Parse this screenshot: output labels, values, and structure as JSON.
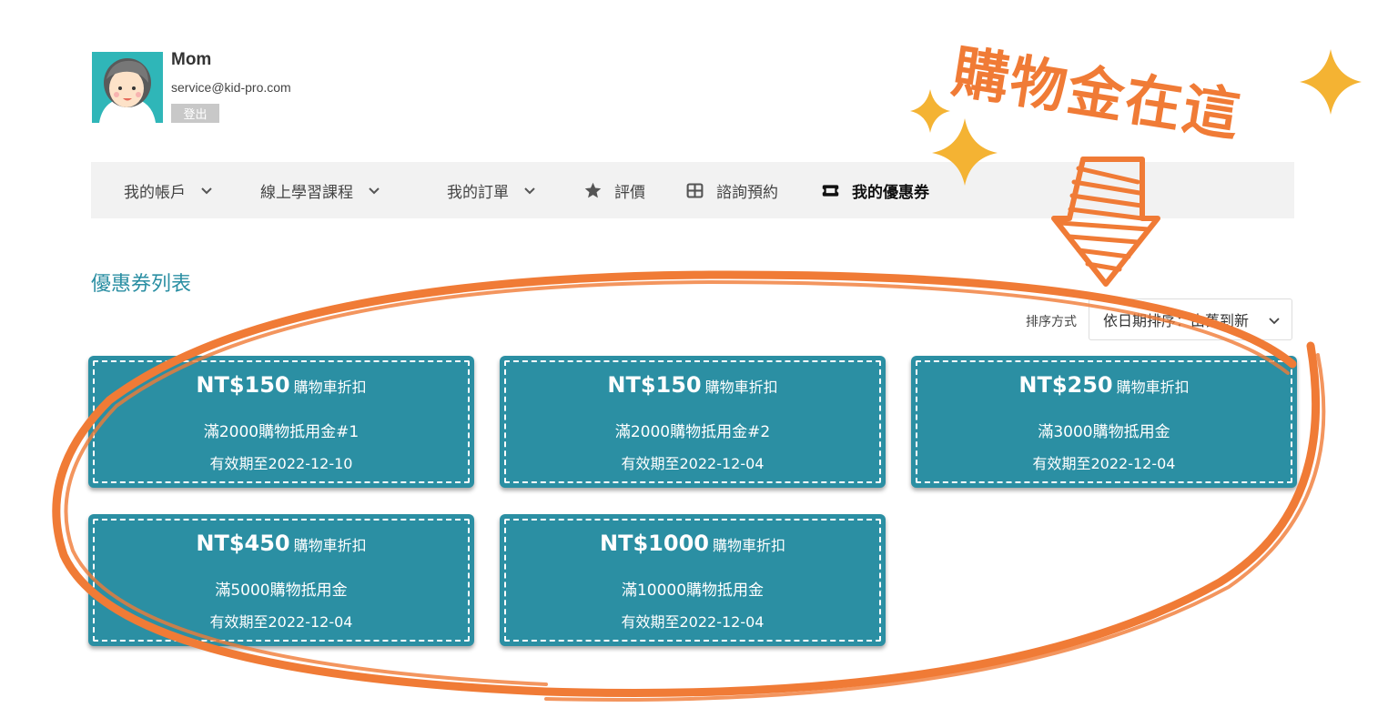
{
  "user": {
    "name": "Mom",
    "email": "service@kid-pro.com",
    "logout_label": "登出"
  },
  "nav": {
    "items": [
      {
        "label": "我的帳戶",
        "icon": "chevron-down-icon"
      },
      {
        "label": "線上學習課程",
        "icon": "chevron-down-icon"
      },
      {
        "label": "我的訂單",
        "icon": "chevron-down-icon"
      },
      {
        "label": "評價",
        "icon": "star-icon"
      },
      {
        "label": "諮詢預約",
        "icon": "table-icon"
      },
      {
        "label": "我的優惠券",
        "icon": "ticket-icon",
        "active": true
      }
    ]
  },
  "section": {
    "title": "優惠券列表",
    "sort_label": "排序方式",
    "sort_value": "依日期排序：由舊到新"
  },
  "coupons": [
    {
      "amount": "NT$150",
      "unit": "購物車折扣",
      "name": "滿2000購物抵用金#1",
      "expiry": "有效期至2022-12-10"
    },
    {
      "amount": "NT$150",
      "unit": "購物車折扣",
      "name": "滿2000購物抵用金#2",
      "expiry": "有效期至2022-12-04"
    },
    {
      "amount": "NT$250",
      "unit": "購物車折扣",
      "name": "滿3000購物抵用金",
      "expiry": "有效期至2022-12-04"
    },
    {
      "amount": "NT$450",
      "unit": "購物車折扣",
      "name": "滿5000購物抵用金",
      "expiry": "有效期至2022-12-04"
    },
    {
      "amount": "NT$1000",
      "unit": "購物車折扣",
      "name": "滿10000購物抵用金",
      "expiry": "有效期至2022-12-04"
    }
  ],
  "annotation": {
    "text": "購物金在這",
    "color": "#f07b36",
    "sparkle_color": "#f4b333"
  },
  "colors": {
    "coupon_bg": "#2b8fa3",
    "title": "#2b8fa3",
    "nav_bg": "#f2f2f2"
  }
}
